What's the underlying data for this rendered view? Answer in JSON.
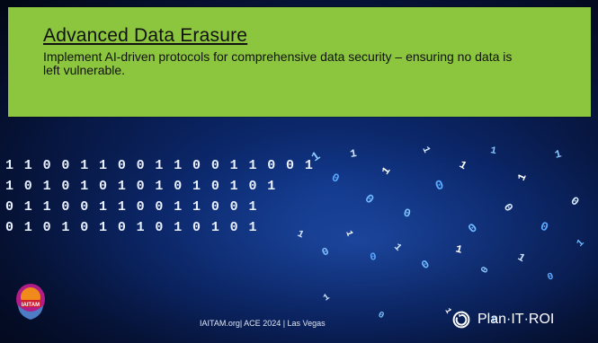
{
  "slide": {
    "title": "Advanced Data Erasure",
    "subtitle": "Implement AI-driven protocols for comprehensive data security – ensuring no data is left vulnerable.",
    "footer": "IAITAM.org| ACE 2024 | Las Vegas",
    "brand": "Plan·IT·ROI",
    "left_logo": "IAITAM"
  },
  "binary_rows": [
    "1 1 0 0 1  1 0 0 1 1 0 0  1 1  0 0 1",
    "1 0 1 0 1  0 1 0  1 0 1  0 1 0 1",
    "0 1 1 0 0  1 1  0 0 1 1  0 0 1",
    "0 1 0  1 0 1 0  1 0 1  0 1 0 1"
  ],
  "colors": {
    "header_green": "#8cc63f",
    "background_blue": "#0b2566",
    "digit_white": "#e9f0ff",
    "digit_cyan": "#65b7ff"
  }
}
